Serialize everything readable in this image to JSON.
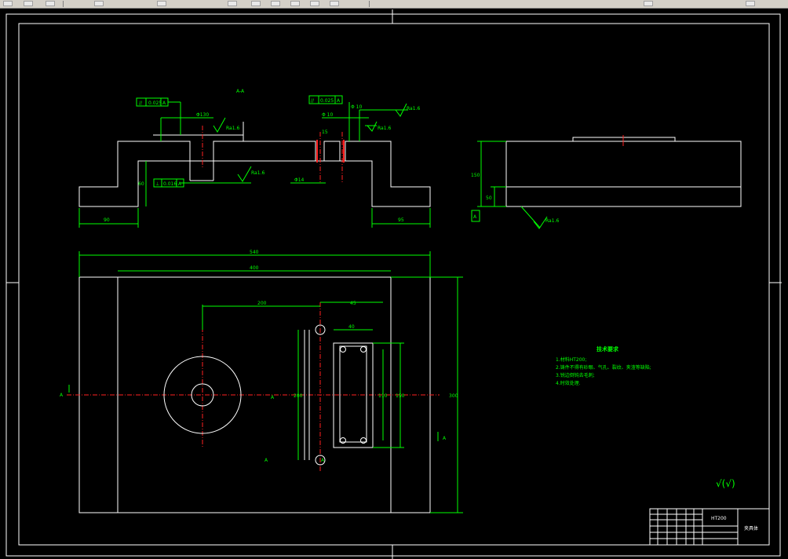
{
  "window": {
    "toolbar_icons": [
      "toolbar-button-icon"
    ]
  },
  "drawing": {
    "section_label": "A-A",
    "tolerance_labels": [
      "0.025",
      "0.025",
      "0.016"
    ],
    "roughness_labels": [
      "Ra1.6",
      "Ra1.6",
      "Ra1.6",
      "Ra1.6",
      "Ra1.6"
    ],
    "dims_section": {
      "left_bore": "Φ130",
      "left_depth": "60",
      "left_flange": "90",
      "right_bore": "Φ 10",
      "right_bore2": "Φ 10",
      "right_flange": "95",
      "slot": "Φ14",
      "height_small": "15"
    },
    "dims_side": {
      "height": "150",
      "lower": "50"
    },
    "dims_plan": {
      "overall_width": "540",
      "inner_width": "400",
      "hole_spacing": "200",
      "hole_gap": "45",
      "right_height": "300",
      "slot_w": "40",
      "slot_h": "110",
      "slot_outer": "150",
      "pin_span": "200"
    },
    "section_markers": [
      "A",
      "A",
      "A",
      "A",
      "A",
      "A"
    ],
    "notes_title": "技术要求",
    "notes": [
      "1.材料HT200;",
      "2.铸件不得有砂眼、气孔、裂纹、夹渣等缺陷;",
      "3.锐边倒钝去毛刺;",
      "4.时效处理."
    ],
    "roughness_mark": "√(√)",
    "title_block": {
      "material": "HT200",
      "part_name": "夹具体"
    }
  },
  "colors": {
    "background": "#000000",
    "line": "#ffffff",
    "dimension": "#00ff00",
    "center": "#ff2020"
  }
}
